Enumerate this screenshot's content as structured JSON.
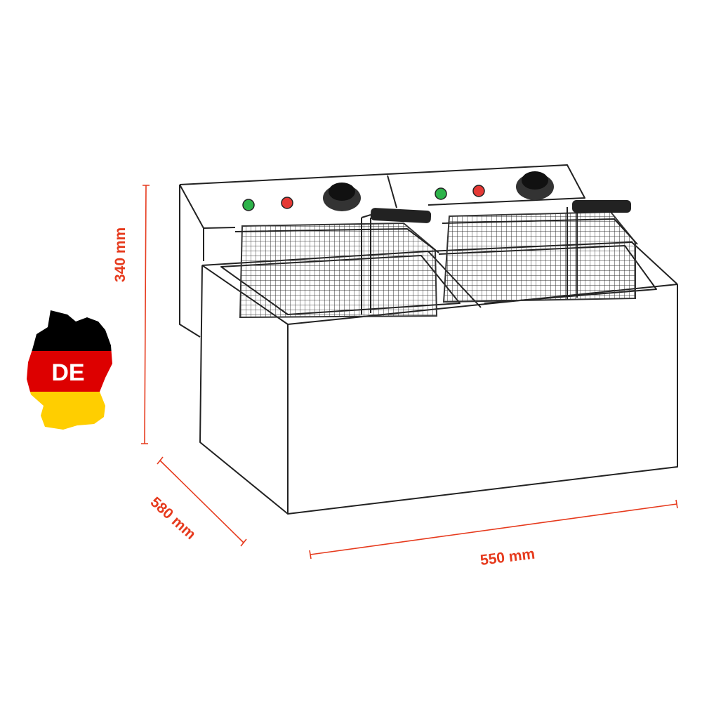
{
  "dimensions": {
    "height": "340 mm",
    "depth": "580 mm",
    "width": "550 mm"
  },
  "country_badge": {
    "label": "DE",
    "flag_colors": [
      "#000000",
      "#dd0000",
      "#ffce00"
    ]
  },
  "colors": {
    "dimension": "#e63a1d",
    "indicator_green": "#2db34a",
    "indicator_red": "#e53935"
  }
}
